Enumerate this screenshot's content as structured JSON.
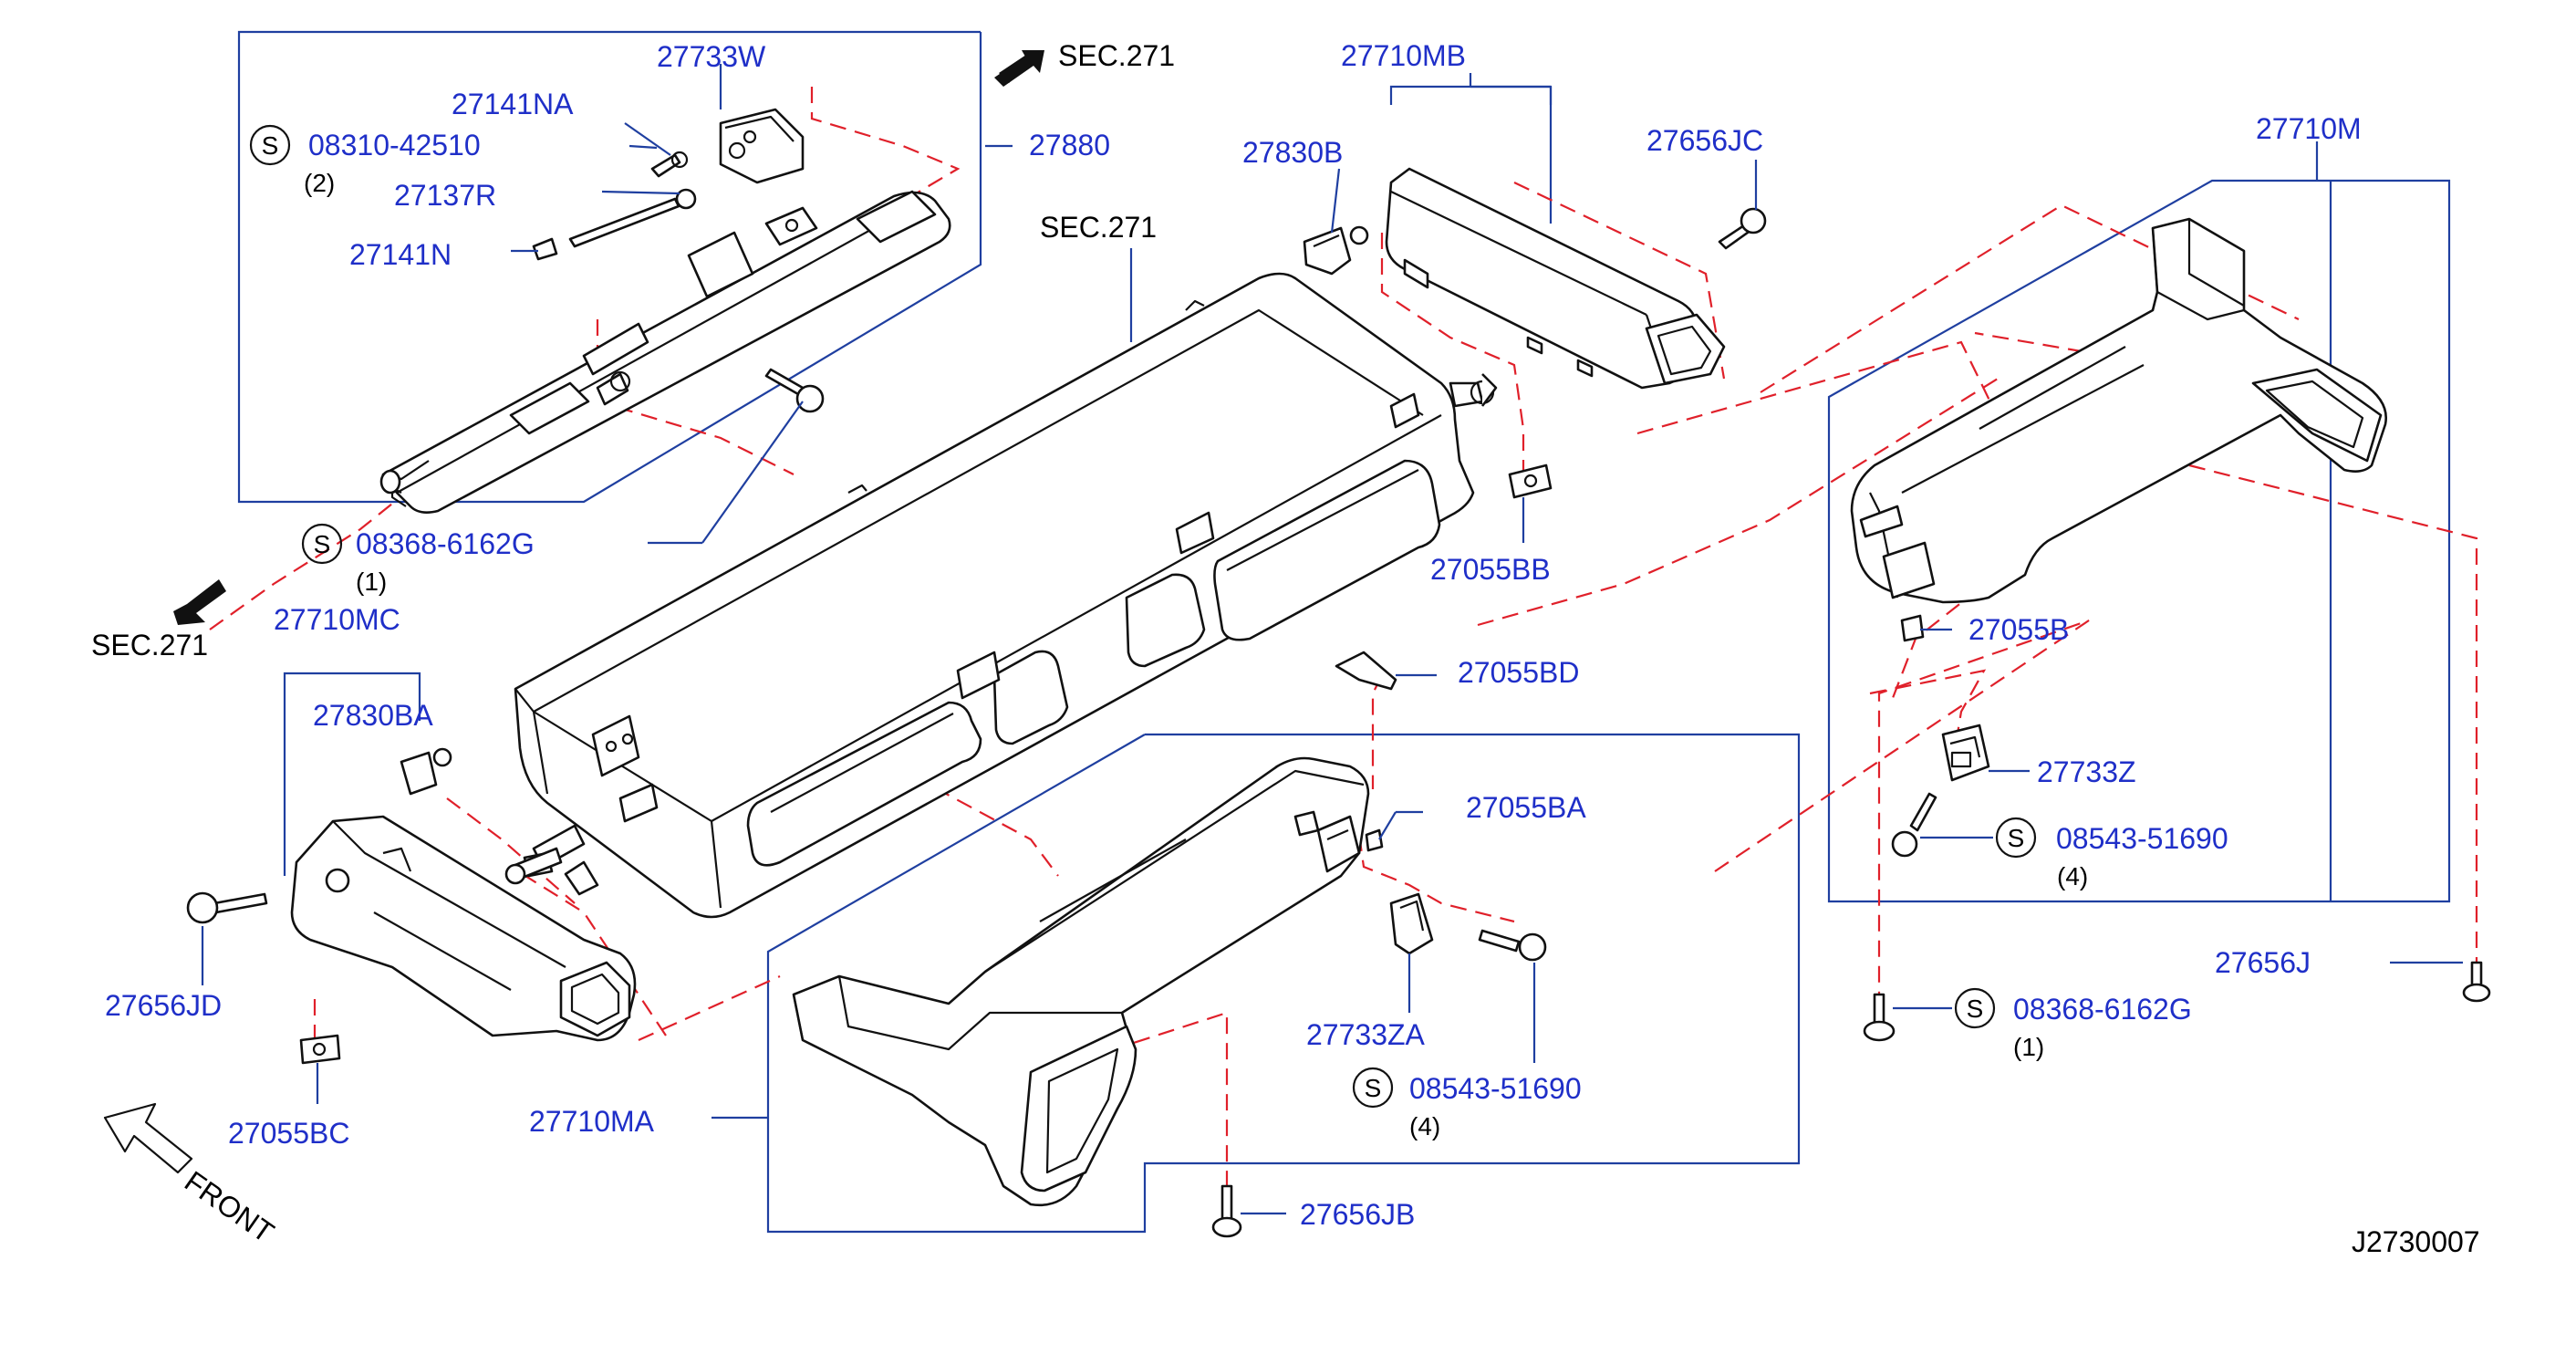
{
  "diagram_id": "J2730007",
  "labels": {
    "p27733W": "27733W",
    "p27141NA": "27141NA",
    "p08310_42510": "08310-42510",
    "q2": "(2)",
    "p27137R": "27137R",
    "p27141N": "27141N",
    "p27880": "27880",
    "sec271_top": "SEC.271",
    "sec271_mid": "SEC.271",
    "sec271_left": "SEC.271",
    "p08368_6162G_a": "08368-6162G",
    "q1_a": "(1)",
    "p27710MB": "27710MB",
    "p27830B": "27830B",
    "p27656JC": "27656JC",
    "p27055BB": "27055BB",
    "p27710M": "27710M",
    "p27055B": "27055B",
    "p27733Z": "27733Z",
    "p08543_51690_a": "08543-51690",
    "q4_a": "(4)",
    "p27656J": "27656J",
    "p08368_6162G_b": "08368-6162G",
    "q1_b": "(1)",
    "p27710MC": "27710MC",
    "p27830BA": "27830BA",
    "p27656JD": "27656JD",
    "p27055BC": "27055BC",
    "p27055BD": "27055BD",
    "p27055BA": "27055BA",
    "p27733ZA": "27733ZA",
    "p08543_51690_b": "08543-51690",
    "q4_b": "(4)",
    "p27710MA": "27710MA",
    "p27656JB": "27656JB",
    "front": "FRONT",
    "s": "S"
  },
  "colors": {
    "label_blue": "#1f2fc8",
    "leader_blue": "#1f3fa0",
    "dashed_red": "#e0202a",
    "ink": "#111111"
  }
}
